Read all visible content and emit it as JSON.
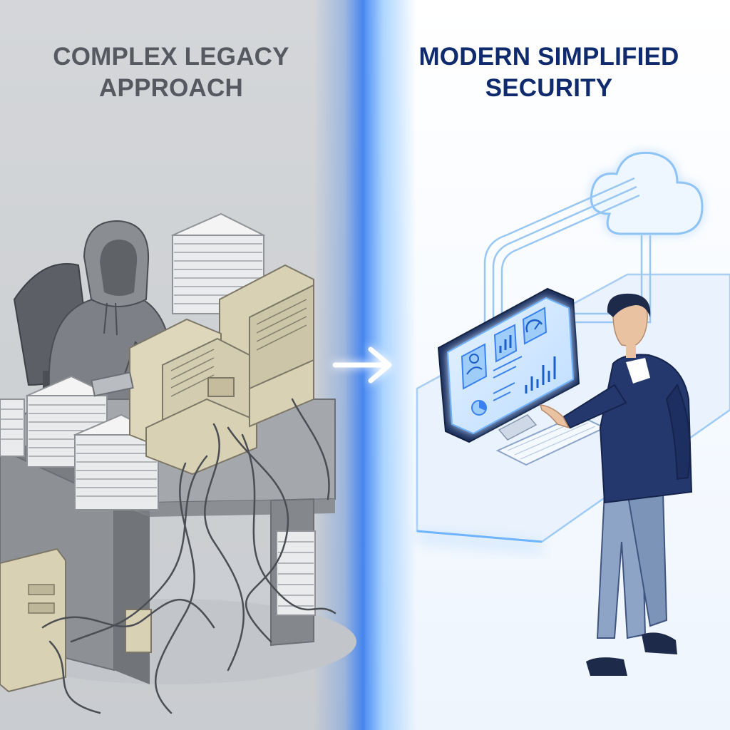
{
  "legacy": {
    "heading_line1": "COMPLEX LEGACY",
    "heading_line2": "APPROACH"
  },
  "modern": {
    "heading_line1": "MODERN SIMPLIFIED",
    "heading_line2": "SECURITY"
  },
  "transition": {
    "arrow_icon": "arrow-right-icon"
  },
  "colors": {
    "legacy_heading": "#565a60",
    "modern_heading": "#0f2b6e",
    "accent_blue": "#3a80f0",
    "glow_blue": "#6fb4ff",
    "suit_navy": "#24386e"
  }
}
